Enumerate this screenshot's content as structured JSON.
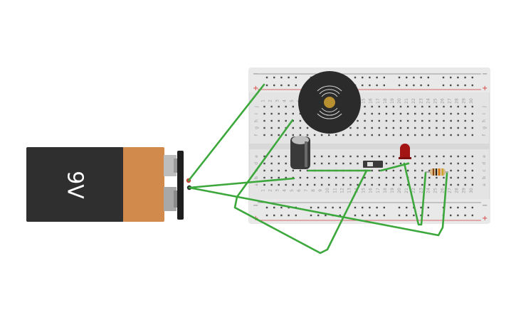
{
  "battery": {
    "label": "9V",
    "body_color": "#2f2f2f",
    "cap_color": "#d18a4c"
  },
  "breadboard": {
    "column_numbers": [
      "1",
      "2",
      "3",
      "4",
      "5",
      "6",
      "7",
      "8",
      "9",
      "10",
      "11",
      "12",
      "13",
      "14",
      "15",
      "16",
      "17",
      "18",
      "19",
      "20",
      "21",
      "22",
      "23",
      "24",
      "25",
      "26",
      "27",
      "28",
      "29",
      "30"
    ],
    "row_letters_top": [
      "j",
      "i",
      "h",
      "g",
      "f"
    ],
    "row_letters_bottom": [
      "e",
      "d",
      "c",
      "b",
      "a"
    ],
    "rail_plus": "+",
    "rail_minus": "−",
    "board_color": "#e4e4e4",
    "hole_color": "#4a4a4a",
    "plus_color": "#d23a3a"
  },
  "components": [
    {
      "name": "piezo-buzzer",
      "color": "#2b2b2b"
    },
    {
      "name": "electrolytic-capacitor",
      "color": "#3a3a3a"
    },
    {
      "name": "slide-switch",
      "color": "#3a3a3a"
    },
    {
      "name": "red-led",
      "color": "#a31515"
    },
    {
      "name": "resistor",
      "color": "#d9b98a"
    }
  ],
  "wire_color": "#3ca83c"
}
